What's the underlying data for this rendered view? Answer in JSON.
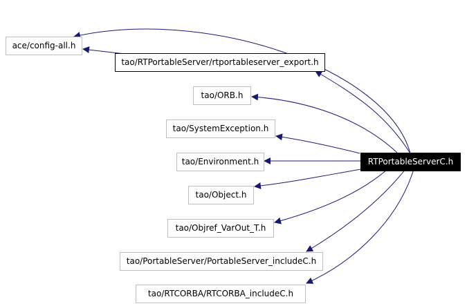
{
  "colors": {
    "edge": "#191970",
    "node_border": "#bfbfbf",
    "focus_fill": "#000000",
    "focus_text": "#ffffff"
  },
  "graph": {
    "root": "RTPortableServerC.h",
    "nodes": [
      {
        "id": "config_all",
        "label": "ace/config-all.h"
      },
      {
        "id": "rt_export",
        "label": "tao/RTPortableServer/rtportableserver_export.h"
      },
      {
        "id": "orb",
        "label": "tao/ORB.h"
      },
      {
        "id": "sysexc",
        "label": "tao/SystemException.h"
      },
      {
        "id": "environment",
        "label": "tao/Environment.h"
      },
      {
        "id": "object",
        "label": "tao/Object.h"
      },
      {
        "id": "objref",
        "label": "tao/Objref_VarOut_T.h"
      },
      {
        "id": "ps_include",
        "label": "tao/PortableServer/PortableServer_includeC.h"
      },
      {
        "id": "rtcorba_include",
        "label": "tao/RTCORBA/RTCORBA_includeC.h"
      }
    ]
  }
}
